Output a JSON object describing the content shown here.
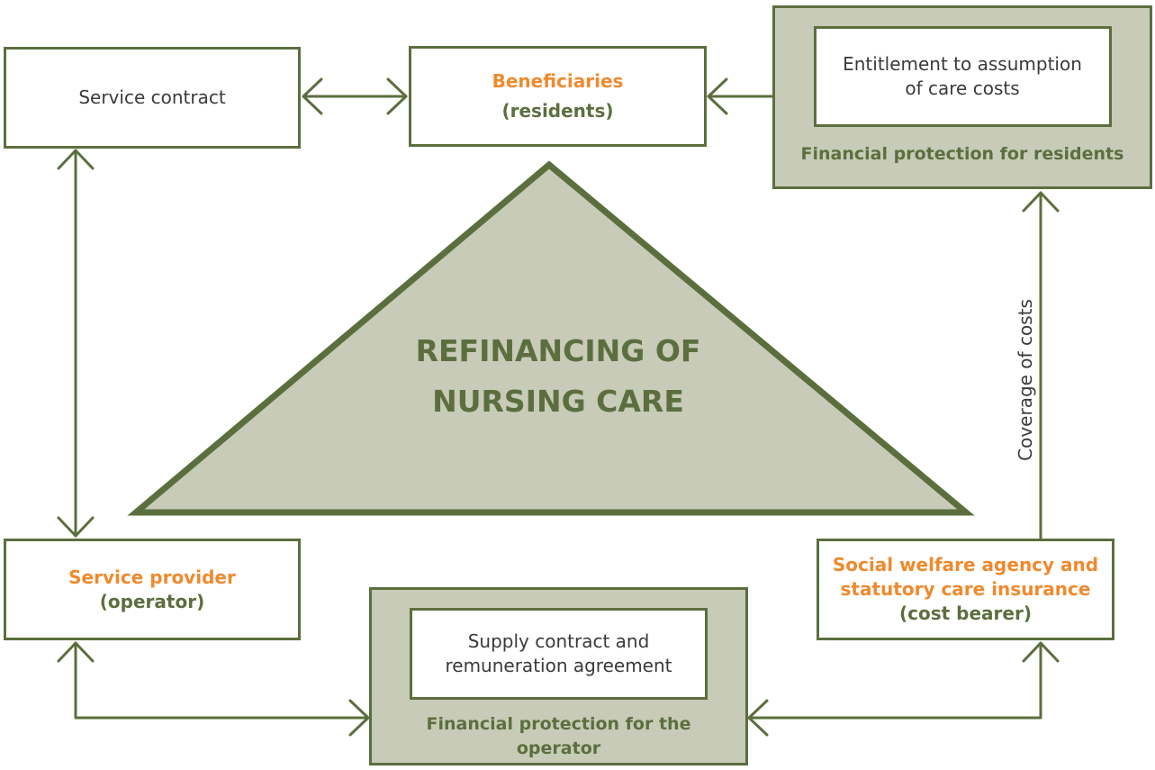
{
  "colors": {
    "line_green": "#5b6f3e",
    "fill_gray_green": "#c8cbb8",
    "orange_accent": "#ef8a2e",
    "text_dark": "#3a3a3a"
  },
  "service_contract": {
    "label": "Service contract"
  },
  "beneficiaries": {
    "title": "Beneficiaries",
    "subtitle": "(residents)"
  },
  "resident_protection": {
    "inner_line1": "Entitlement to assumption",
    "inner_line2": "of care costs",
    "caption": "Financial protection for residents"
  },
  "center": {
    "line1": "REFINANCING OF",
    "line2": "NURSING CARE"
  },
  "coverage_label": "Coverage of costs",
  "service_provider": {
    "title": "Service provider",
    "subtitle": "(operator)"
  },
  "operator_protection": {
    "inner_line1": "Supply contract and",
    "inner_line2": "remuneration agreement",
    "caption_line1": "Financial protection for the",
    "caption_line2": "operator"
  },
  "cost_bearer": {
    "title_line1": "Social welfare agency and",
    "title_line2": "statutory care insurance",
    "subtitle": "(cost bearer)"
  }
}
